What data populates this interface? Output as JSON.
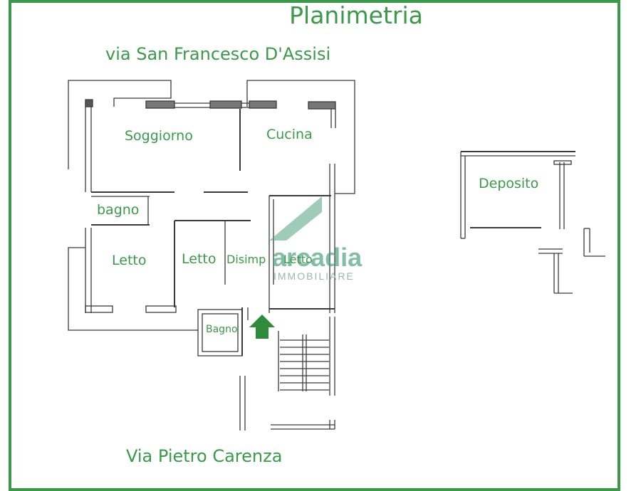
{
  "title": "Planimetria",
  "streets": {
    "top": "via San Francesco D'Assisi",
    "bottom": "Via Pietro Carenza"
  },
  "rooms": {
    "soggiorno": "Soggiorno",
    "cucina": "Cucina",
    "bagno_small": "bagno",
    "letto_1": "Letto",
    "letto_2": "Letto",
    "disimp": "Disimp",
    "letto_3": "Letto",
    "bagno": "Bagno",
    "deposito": "Deposito"
  },
  "watermark": {
    "brand": "arcadia",
    "tagline": "IMMOBILIARE"
  },
  "colors": {
    "accent": "#3a9a4a",
    "walls": "#3a3a3a",
    "arrow": "#2e8b3c"
  },
  "icons": {
    "entrance": "entrance-arrow-icon",
    "watermark": "arcadia-logo-icon"
  }
}
